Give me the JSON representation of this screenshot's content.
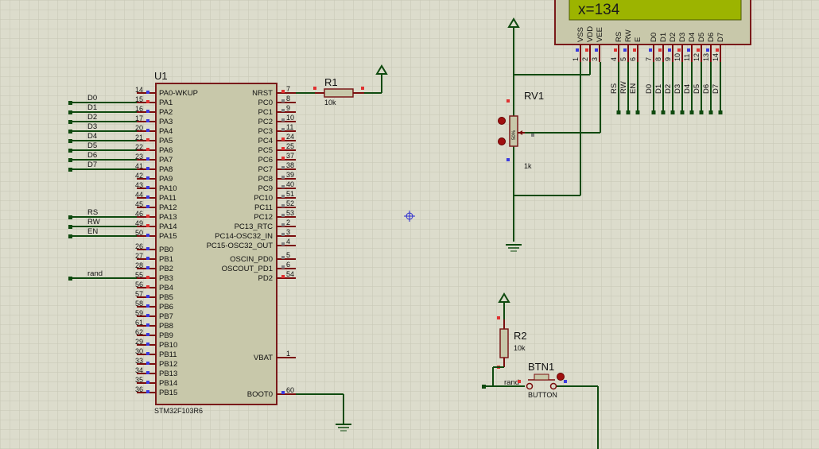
{
  "mcu": {
    "ref": "U1",
    "part": "STM32F103R6",
    "left_pins": [
      {
        "num": "14",
        "name": "PA0-WKUP",
        "net": ""
      },
      {
        "num": "15",
        "name": "PA1",
        "net": "D0"
      },
      {
        "num": "16",
        "name": "PA2",
        "net": "D1"
      },
      {
        "num": "17",
        "name": "PA3",
        "net": "D2"
      },
      {
        "num": "20",
        "name": "PA4",
        "net": "D3"
      },
      {
        "num": "21",
        "name": "PA5",
        "net": "D4"
      },
      {
        "num": "22",
        "name": "PA6",
        "net": "D5"
      },
      {
        "num": "23",
        "name": "PA7",
        "net": "D6"
      },
      {
        "num": "41",
        "name": "PA8",
        "net": "D7"
      },
      {
        "num": "42",
        "name": "PA9",
        "net": ""
      },
      {
        "num": "43",
        "name": "PA10",
        "net": ""
      },
      {
        "num": "44",
        "name": "PA11",
        "net": ""
      },
      {
        "num": "45",
        "name": "PA12",
        "net": ""
      },
      {
        "num": "46",
        "name": "PA13",
        "net": "RS"
      },
      {
        "num": "49",
        "name": "PA14",
        "net": "RW"
      },
      {
        "num": "50",
        "name": "PA15",
        "net": "EN"
      },
      {
        "num": "26",
        "name": "PB0",
        "net": ""
      },
      {
        "num": "27",
        "name": "PB1",
        "net": ""
      },
      {
        "num": "28",
        "name": "PB2",
        "net": ""
      },
      {
        "num": "55",
        "name": "PB3",
        "net": "rand"
      },
      {
        "num": "56",
        "name": "PB4",
        "net": ""
      },
      {
        "num": "57",
        "name": "PB5",
        "net": ""
      },
      {
        "num": "58",
        "name": "PB6",
        "net": ""
      },
      {
        "num": "59",
        "name": "PB7",
        "net": ""
      },
      {
        "num": "61",
        "name": "PB8",
        "net": ""
      },
      {
        "num": "62",
        "name": "PB9",
        "net": ""
      },
      {
        "num": "29",
        "name": "PB10",
        "net": ""
      },
      {
        "num": "30",
        "name": "PB11",
        "net": ""
      },
      {
        "num": "33",
        "name": "PB12",
        "net": ""
      },
      {
        "num": "34",
        "name": "PB13",
        "net": ""
      },
      {
        "num": "35",
        "name": "PB14",
        "net": ""
      },
      {
        "num": "36",
        "name": "PB15",
        "net": ""
      }
    ],
    "right_pins": [
      {
        "num": "7",
        "name": "NRST"
      },
      {
        "num": "8",
        "name": "PC0"
      },
      {
        "num": "9",
        "name": "PC1"
      },
      {
        "num": "10",
        "name": "PC2"
      },
      {
        "num": "11",
        "name": "PC3"
      },
      {
        "num": "24",
        "name": "PC4"
      },
      {
        "num": "25",
        "name": "PC5"
      },
      {
        "num": "37",
        "name": "PC6"
      },
      {
        "num": "38",
        "name": "PC7"
      },
      {
        "num": "39",
        "name": "PC8"
      },
      {
        "num": "40",
        "name": "PC9"
      },
      {
        "num": "51",
        "name": "PC10"
      },
      {
        "num": "52",
        "name": "PC11"
      },
      {
        "num": "53",
        "name": "PC12"
      },
      {
        "num": "2",
        "name": "PC13_RTC"
      },
      {
        "num": "3",
        "name": "PC14-OSC32_IN"
      },
      {
        "num": "4",
        "name": "PC15-OSC32_OUT"
      },
      {
        "num": "5",
        "name": "OSCIN_PD0"
      },
      {
        "num": "6",
        "name": "OSCOUT_PD1"
      },
      {
        "num": "54",
        "name": "PD2"
      },
      {
        "num": "1",
        "name": "VBAT"
      },
      {
        "num": "60",
        "name": "BOOT0"
      }
    ]
  },
  "r1": {
    "ref": "R1",
    "value": "10k"
  },
  "rv1": {
    "ref": "RV1",
    "value": "1k",
    "body": "50%"
  },
  "r2": {
    "ref": "R2",
    "value": "10k"
  },
  "btn1": {
    "ref": "BTN1",
    "type": "BUTTON",
    "net": "rand"
  },
  "lcd": {
    "display_text": "x=134",
    "pins": [
      {
        "name": "VSS",
        "num": "1",
        "net": ""
      },
      {
        "name": "VDD",
        "num": "2",
        "net": ""
      },
      {
        "name": "VEE",
        "num": "3",
        "net": ""
      },
      {
        "name": "RS",
        "num": "4",
        "net": "RS"
      },
      {
        "name": "RW",
        "num": "5",
        "net": "RW"
      },
      {
        "name": "E",
        "num": "6",
        "net": "EN"
      },
      {
        "name": "D0",
        "num": "7",
        "net": "D0"
      },
      {
        "name": "D1",
        "num": "8",
        "net": "D1"
      },
      {
        "name": "D2",
        "num": "9",
        "net": "D2"
      },
      {
        "name": "D3",
        "num": "10",
        "net": "D3"
      },
      {
        "name": "D4",
        "num": "11",
        "net": "D4"
      },
      {
        "name": "D5",
        "num": "12",
        "net": "D5"
      },
      {
        "name": "D6",
        "num": "13",
        "net": "D6"
      },
      {
        "name": "D7",
        "num": "14",
        "net": "D7"
      }
    ]
  },
  "colors": {
    "background": "#dcdccc",
    "grid": "#c4c4b4",
    "component_body": "#c8c8aa",
    "component_border": "#7a1a1a",
    "wire": "#0f4a0f",
    "pin": "#7a0c0c",
    "lcd_screen": "#9cb400"
  }
}
